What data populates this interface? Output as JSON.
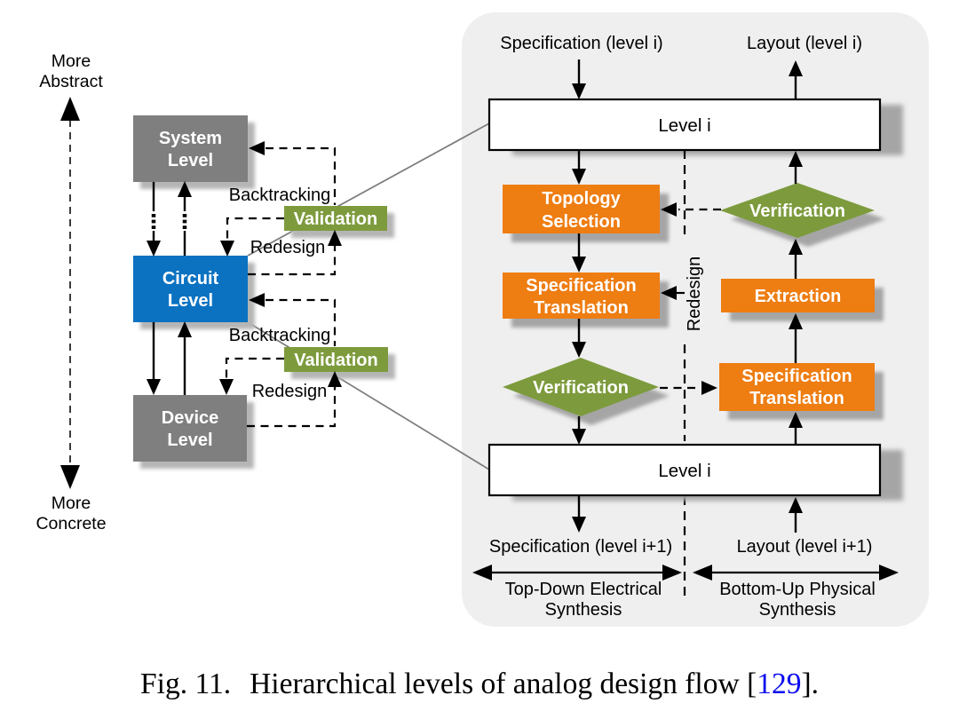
{
  "figure": {
    "caption": {
      "fig_label": "Fig. 11.",
      "text": "Hierarchical levels of analog design flow",
      "cite_open": " [",
      "cite_number": "129",
      "cite_close": "]."
    }
  },
  "colors": {
    "panel_bg": "#efefef",
    "gray_box": "#7f7f7f",
    "blue_box": "#0b72c2",
    "green_box": "#7d9b3d",
    "orange_box": "#ee7d12",
    "white_box": "#ffffff",
    "shadow_on_white": "#b5b5b5",
    "shadow_on_panel": "#a5a5a5",
    "cite_blue": "#0b0bee"
  },
  "left_diagram": {
    "axis": {
      "top_line1": "More",
      "top_line2": "Abstract",
      "bottom_line1": "More",
      "bottom_line2": "Concrete"
    },
    "levels": {
      "system": {
        "line1": "System",
        "line2": "Level"
      },
      "circuit": {
        "line1": "Circuit",
        "line2": "Level"
      },
      "device": {
        "line1": "Device",
        "line2": "Level"
      }
    },
    "validation_top": "Validation",
    "validation_bottom": "Validation",
    "backtracking_top": "Backtracking",
    "backtracking_bottom": "Backtracking",
    "redesign_top": "Redesign",
    "redesign_bottom": "Redesign"
  },
  "panel": {
    "input_top_left": "Specification (level i)",
    "input_top_right": "Layout (level i)",
    "level_box_top": "Level i",
    "level_box_bottom": "Level i",
    "topology": {
      "line1": "Topology",
      "line2": "Selection"
    },
    "spec_translation_left": {
      "line1": "Specification",
      "line2": "Translation"
    },
    "verification_right": "Verification",
    "verification_left": "Verification",
    "extraction": "Extraction",
    "spec_translation_right": {
      "line1": "Specification",
      "line2": "Translation"
    },
    "redesign_vertical": "Redesign",
    "output_bottom_left": "Specification (level i+1)",
    "output_bottom_right": "Layout (level i+1)",
    "axis_left": {
      "line1": "Top-Down Electrical",
      "line2": "Synthesis"
    },
    "axis_right": {
      "line1": "Bottom-Up Physical",
      "line2": "Synthesis"
    }
  }
}
